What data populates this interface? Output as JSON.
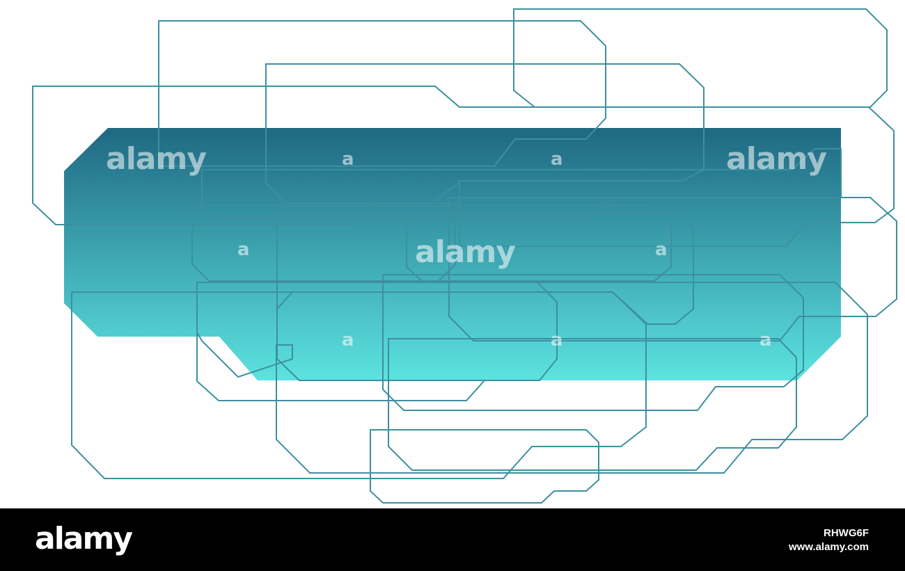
{
  "colors": {
    "background": "#ffffff",
    "gradient_top": "#1f6882",
    "gradient_bottom": "#5ce3e0",
    "outline": "#3d8fa0",
    "footer": "#000000"
  },
  "watermarks": {
    "brand": "alamy",
    "mark": "a"
  },
  "footer": {
    "logo": "alamy",
    "image_id": "RHWG6F",
    "site": "www.alamy.com"
  }
}
